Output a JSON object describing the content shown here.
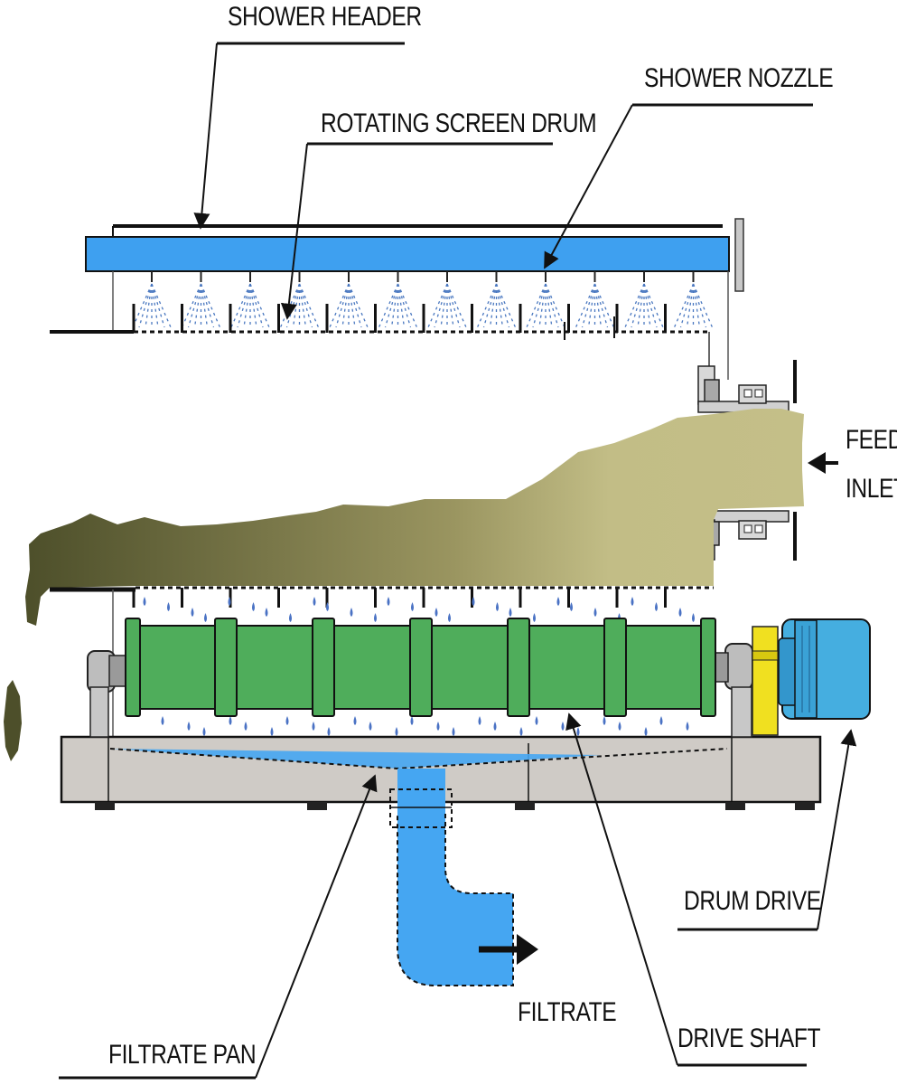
{
  "labels": {
    "shower_header": "SHOWER HEADER",
    "shower_nozzle": "SHOWER NOZZLE",
    "rotating_screen_drum": "ROTATING SCREEN DRUM",
    "feed": "FEED",
    "inlet": "INLET",
    "drum_drive": "DRUM DRIVE",
    "filtrate": "FILTRATE",
    "drive_shaft": "DRIVE SHAFT",
    "filtrate_pan": "FILTRATE PAN"
  },
  "colors": {
    "shower_pipe": "#3ea0f0",
    "drum": "#4fad5b",
    "sludge_dark": "#4d4f2a",
    "sludge_light": "#c2bd86",
    "motor": "#45aee0",
    "coupling": "#f0e020",
    "frame": "#cfcbc6",
    "filtrate": "#45a6f2"
  },
  "icons": [
    "arrow-left-icon",
    "arrow-right-icon"
  ]
}
